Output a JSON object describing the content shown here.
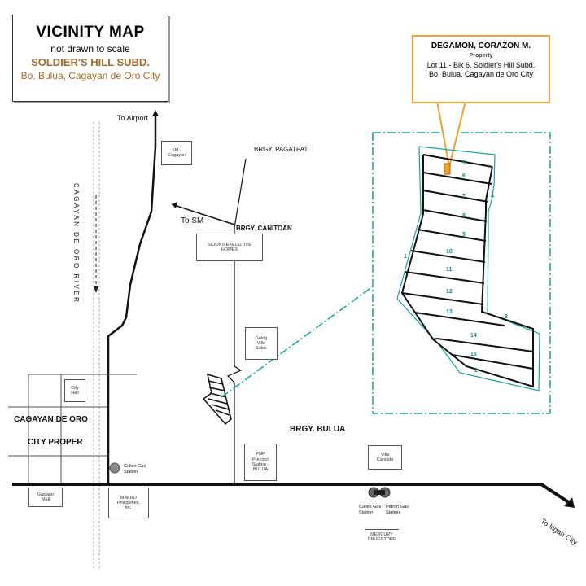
{
  "title_box": {
    "title": "VICINITY MAP",
    "subtitle": "not drawn to scale",
    "subdivision": "SOLDIER'S HILL SUBD.",
    "location": "Bo. Bulua, Cagayan de Oro City"
  },
  "callout": {
    "owner": "DEGAMON, CORAZON M.",
    "label": "Property",
    "lot": "Lot 11 - Blk 6, Soldier's Hill Subd.",
    "address": "Bo. Bulua, Cagayan de Oro City"
  },
  "labels": {
    "to_airport": "To Airport",
    "to_sm": "To SM",
    "to_iligan": "To Iligan City",
    "brgy_pagatpat": "BRGY. PAGATPAT",
    "brgy_canitoan": "BRGY. CANITOAN",
    "brgy_bulua": "BRGY. BULUA",
    "river": "CAGAYAN DE ORO RIVER",
    "city_proper_1": "CAGAYAN DE ORO",
    "city_proper_2": "CITY PROPER"
  },
  "boxes": {
    "sm_cagayan": "SM -\nCagayan",
    "scions": "SCIONS EXECUTIVE\nHOMES",
    "golrig": "Golrig\nVille\nSubd.",
    "city_hall": "City\nHall",
    "gaisano": "Gaisano\nMall",
    "makro": "MAKRO\nPhilippines,\nInc.",
    "pnp": "PNP\nPrecinct\nStation -\nBULUA",
    "villa_candida": "Villa\nCandida"
  },
  "stations": {
    "caltex_1": "Caltex Gas\nStation",
    "caltex_2": "Caltex Gas\nStation",
    "petron": "Petron Gas\nStation",
    "mercury": "MERCURY\nDRUGSTORE"
  },
  "lots": [
    "5",
    "6",
    "7",
    "8",
    "9",
    "10",
    "11",
    "12",
    "13",
    "14",
    "15",
    "2",
    "1",
    "3",
    "4"
  ],
  "colors": {
    "highlight": "#f2a030",
    "inset_border": "#1aa0a0",
    "lot_numbers": "#1a8a8a",
    "title_accent": "#a66a2a"
  }
}
